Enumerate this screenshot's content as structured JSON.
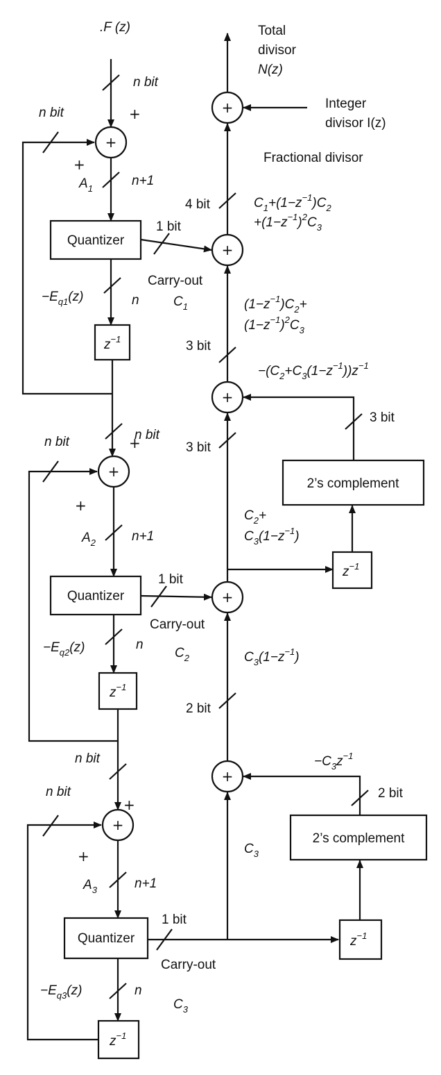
{
  "inputs": {
    "fractional": ".F (z)",
    "integer": [
      "Integer",
      "divisor I(z)"
    ]
  },
  "output": [
    "Total",
    "divisor",
    "N(z)"
  ],
  "section_label": "Fractional divisor",
  "blocks": {
    "quantizer": "Quantizer",
    "delay": "z",
    "delay_exp": "−1",
    "twos_complement": "2’s complement",
    "sum_sign": "+"
  },
  "bus_widths": {
    "n": "n bit",
    "n_plus_1": "n+1",
    "n_short": "n",
    "one": "1 bit",
    "two": "2 bit",
    "three": "3 bit",
    "four": "4 bit"
  },
  "signals": {
    "a1": "A1",
    "a2": "A2",
    "a3": "A3",
    "eq1": "−Eq1(z)",
    "eq2": "−Eq2(z)",
    "eq3": "−Eq3(z)",
    "carry_out": "Carry-out",
    "c1": "C1",
    "c2": "C2",
    "c3": "C3"
  },
  "expressions": {
    "total_fraction": [
      "C1+(1−z−1)C2",
      "+(1−z−1)2C3"
    ],
    "stage2_sum": [
      "(1−z−1)C2+",
      "(1−z−1)2C3"
    ],
    "feedback_3bit": "−(C2+C3(1−z−1))z−1",
    "stage2_out": [
      "C2+",
      "C3(1−z−1)"
    ],
    "stage3_diff": "C3(1−z−1)",
    "feedback_2bit": "−C3z−1"
  }
}
